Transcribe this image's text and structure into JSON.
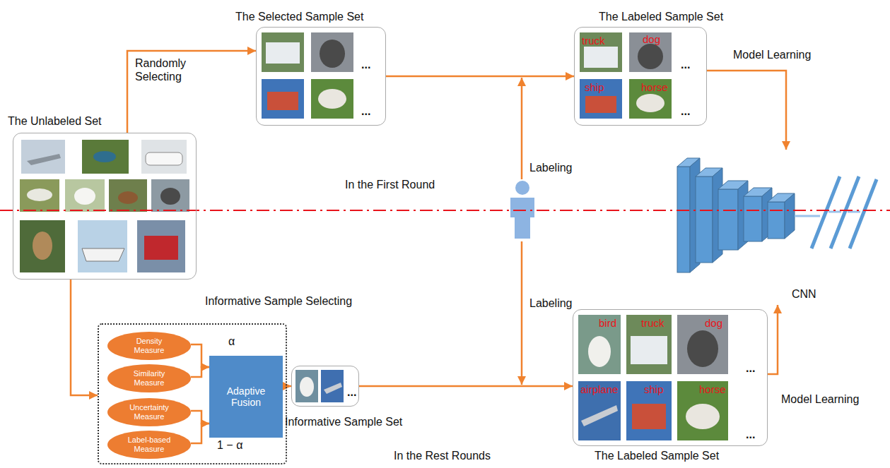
{
  "diagram": {
    "nodes": [
      {
        "text": [
          "The Unlabeled Set"
        ]
      },
      {
        "text": [
          "The Selected Sample Set",
          "...",
          "..."
        ]
      },
      {
        "text": [
          "The Labeled Sample Set",
          "truck",
          "dog",
          "ship",
          "horse",
          "...",
          "..."
        ]
      },
      {
        "text": [
          "CNN"
        ]
      },
      {
        "text": [
          "Informative Sample Selecting"
        ]
      },
      {
        "text": [
          "Density Measure"
        ],
        "in": 4
      },
      {
        "text": [
          "Similarity Measure"
        ],
        "in": 4
      },
      {
        "text": [
          "Uncertainty Measure"
        ],
        "in": 4
      },
      {
        "text": [
          "Label-based Measure"
        ],
        "in": 4
      },
      {
        "text": [
          "Adaptive Fusion"
        ],
        "in": 4
      },
      {
        "text": [
          "Informative Sample Set",
          "..."
        ]
      },
      {
        "text": [
          "The Labeled Sample Set",
          "bird",
          "truck",
          "dog",
          "airplane",
          "ship",
          "horse",
          "...",
          "..."
        ]
      }
    ],
    "edges": [
      {
        "from": 0,
        "to": 1,
        "arrow": "to",
        "label": "Randomly Selecting"
      },
      {
        "from": 1,
        "to": 2,
        "arrow": "to"
      },
      {
        "from": 2,
        "to": 3,
        "arrow": "to",
        "label": "Model Learning"
      },
      {
        "from": 0,
        "to": 4,
        "arrow": "to"
      },
      {
        "from": 5,
        "to": 9,
        "arrow": "to",
        "label": "α"
      },
      {
        "from": 6,
        "to": 9,
        "arrow": "to"
      },
      {
        "from": 7,
        "to": 9,
        "arrow": "to",
        "label": "1 − α"
      },
      {
        "from": 8,
        "to": 9,
        "arrow": "to"
      },
      {
        "from": 9,
        "to": 10,
        "arrow": "to"
      },
      {
        "from": 10,
        "to": 11,
        "arrow": "to"
      },
      {
        "from": 11,
        "to": 3,
        "arrow": "to",
        "label": "Model Learning"
      }
    ],
    "labels": [
      "In the First Round",
      "Labeling",
      "Labeling",
      "In the Rest Rounds"
    ]
  }
}
